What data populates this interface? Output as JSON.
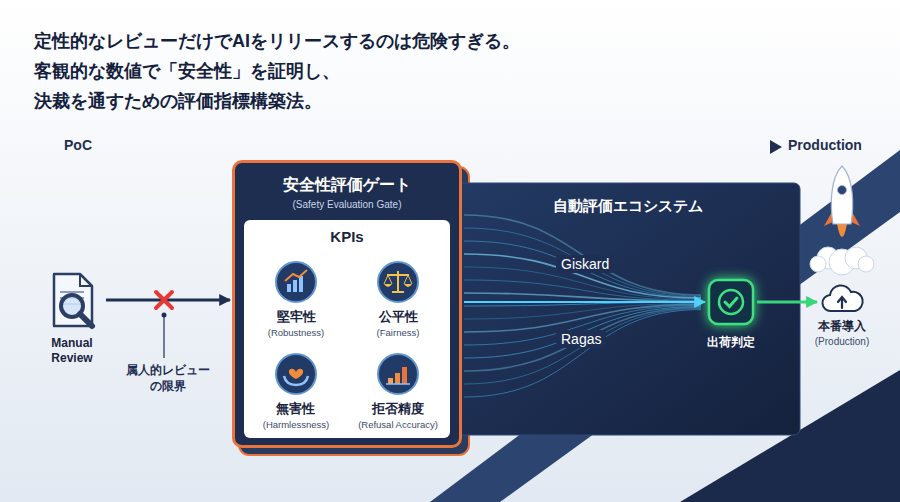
{
  "diagram": {
    "title": "定性的なレビューだけでAIをリリースするのは危険すぎる。 客観的な数値で「安全性」を証明し、 決裁を通すための評価指標構築法。",
    "nodes": [
      {
        "text": [
          "Manual Review"
        ]
      },
      {
        "text": [
          "安全性評価ゲート",
          "(Safety Evaluation Gate)"
        ]
      },
      {
        "text": [
          "KPIs"
        ],
        "in": 1
      },
      {
        "text": [
          "堅牢性",
          "(Robustness)"
        ],
        "in": 2
      },
      {
        "text": [
          "公平性",
          "(Fairness)"
        ],
        "in": 2
      },
      {
        "text": [
          "無害性",
          "(Harmlessness)"
        ],
        "in": 2
      },
      {
        "text": [
          "拒否精度",
          "(Refusal Accuracy)"
        ],
        "in": 2
      },
      {
        "text": [
          "自動評価エコシステム"
        ]
      },
      {
        "text": [
          "出荷判定"
        ],
        "in": 7
      },
      {
        "text": [
          "本番導入",
          "(Production)"
        ]
      }
    ],
    "edges": [
      {
        "from": 0,
        "to": 1,
        "arrow": "to"
      },
      {
        "from": 3,
        "to": 4,
        "arrow": "none"
      },
      {
        "from": 3,
        "to": 6,
        "arrow": "none"
      },
      {
        "from": 4,
        "to": 5,
        "arrow": "none"
      },
      {
        "from": 1,
        "to": 8,
        "arrow": "to"
      },
      {
        "from": 8,
        "to": 9,
        "arrow": "to"
      }
    ],
    "labels": [
      "PoC",
      "Production",
      "属人的レビューの限界",
      "Giskard",
      "Ragas"
    ]
  }
}
